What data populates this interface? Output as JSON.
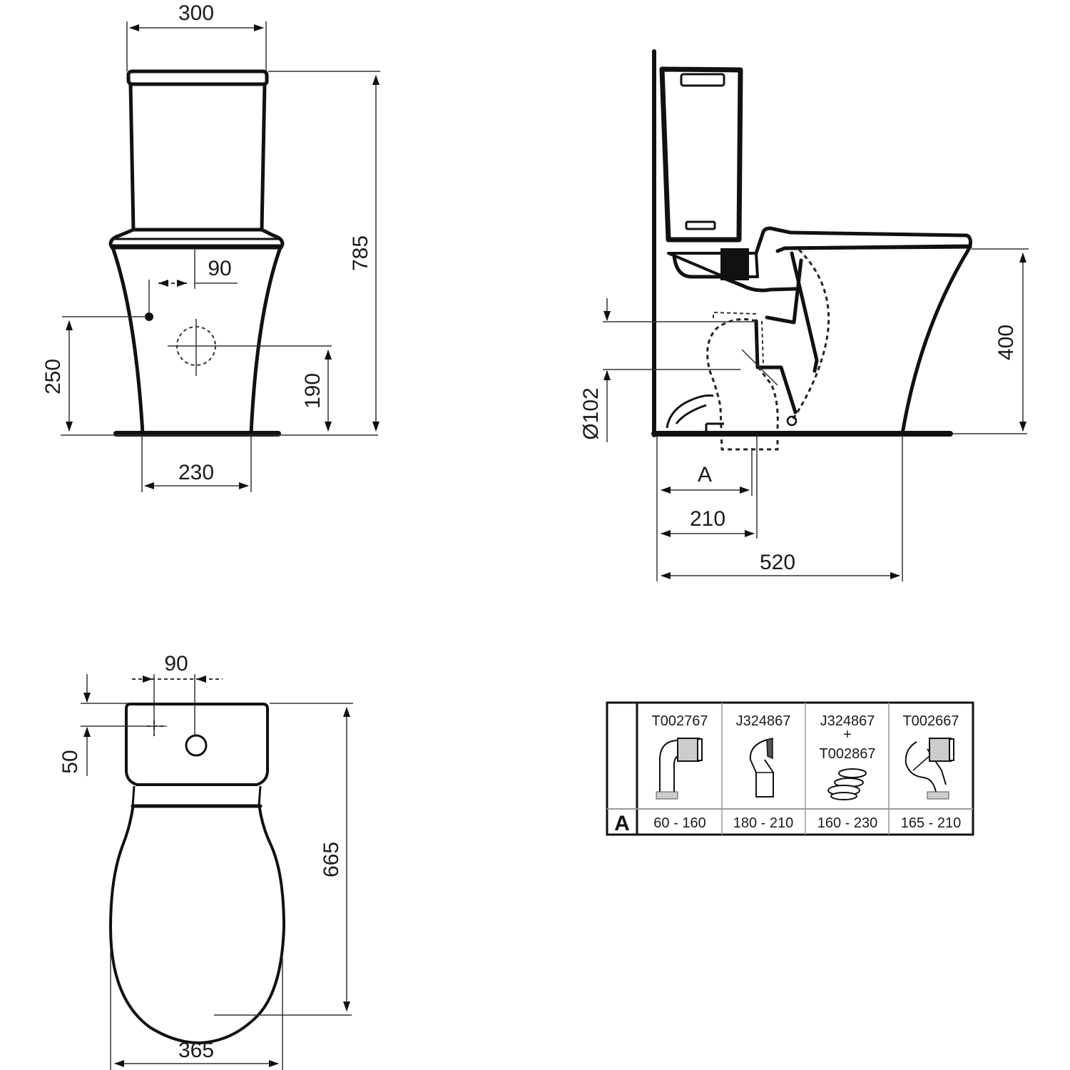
{
  "front_view": {
    "dim_top_width": "300",
    "dim_total_height": "785",
    "dim_inlet_offset": "90",
    "dim_inlet_height": "250",
    "dim_outlet_height": "190",
    "dim_base_width": "230"
  },
  "side_view": {
    "dim_outlet_diameter": "Ø102",
    "dim_seat_height": "400",
    "dim_A_label": "A",
    "dim_outlet_to_wall": "210",
    "dim_total_depth": "520"
  },
  "top_view": {
    "dim_inlet_offset": "90",
    "dim_inlet_from_back": "50",
    "dim_total_length": "665",
    "dim_width": "365"
  },
  "connector_table": {
    "row_label": "A",
    "columns": [
      {
        "part": "T002767",
        "part2": "",
        "plus": "",
        "range": "60 - 160",
        "icon": "elbow-pan-connector-icon"
      },
      {
        "part": "J324867",
        "part2": "",
        "plus": "",
        "range": "180 - 210",
        "icon": "offset-pan-connector-icon"
      },
      {
        "part": "J324867",
        "part2": "T002867",
        "plus": "+",
        "range": "160 - 230",
        "icon": "pan-connector-seal-icon"
      },
      {
        "part": "T002667",
        "part2": "",
        "plus": "",
        "range": "165 - 210",
        "icon": "s-trap-pan-connector-icon"
      }
    ]
  }
}
